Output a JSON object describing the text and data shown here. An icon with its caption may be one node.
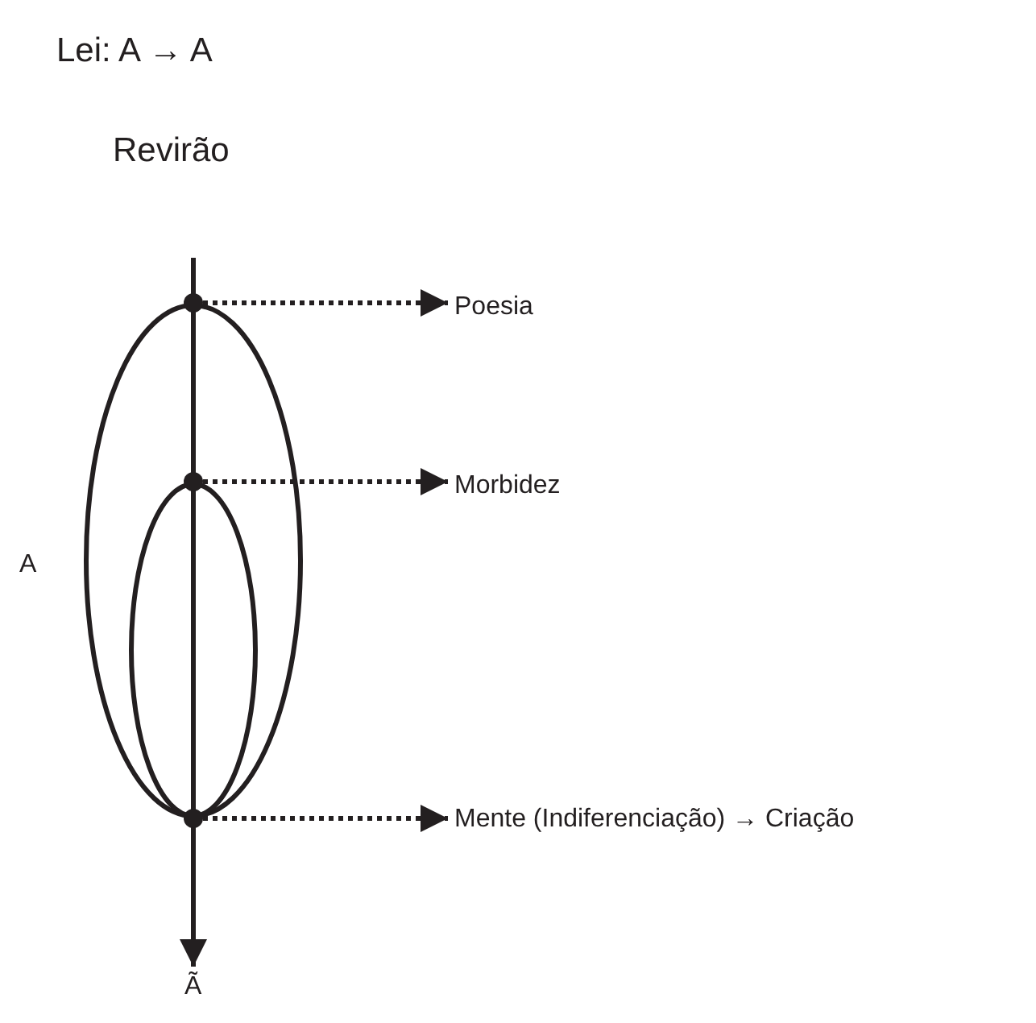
{
  "diagram": {
    "title": "Lei: A → A",
    "nodes": [
      {
        "text": [],
        "shape": "ellipse"
      },
      {
        "text": [],
        "shape": "ellipse",
        "in": 0
      },
      {
        "text": [],
        "shape": "circle"
      },
      {
        "text": [
          "Poesia"
        ]
      },
      {
        "text": [],
        "shape": "circle",
        "in": 0
      },
      {
        "text": [
          "Morbidez"
        ]
      },
      {
        "text": [],
        "shape": "circle"
      },
      {
        "text": [
          "Mente (Indiferenciação) → Criação"
        ]
      },
      {
        "text": [
          "Ã"
        ]
      }
    ],
    "edges": [
      {
        "from": 2,
        "to": 3,
        "arrow": "to",
        "style": "dashed"
      },
      {
        "from": 4,
        "to": 5,
        "arrow": "to",
        "style": "dashed"
      },
      {
        "from": 6,
        "to": 7,
        "arrow": "to",
        "style": "dashed"
      },
      {
        "from": null,
        "to": 8,
        "arrow": "to"
      }
    ],
    "labels": [
      "Revirão",
      "A"
    ]
  }
}
